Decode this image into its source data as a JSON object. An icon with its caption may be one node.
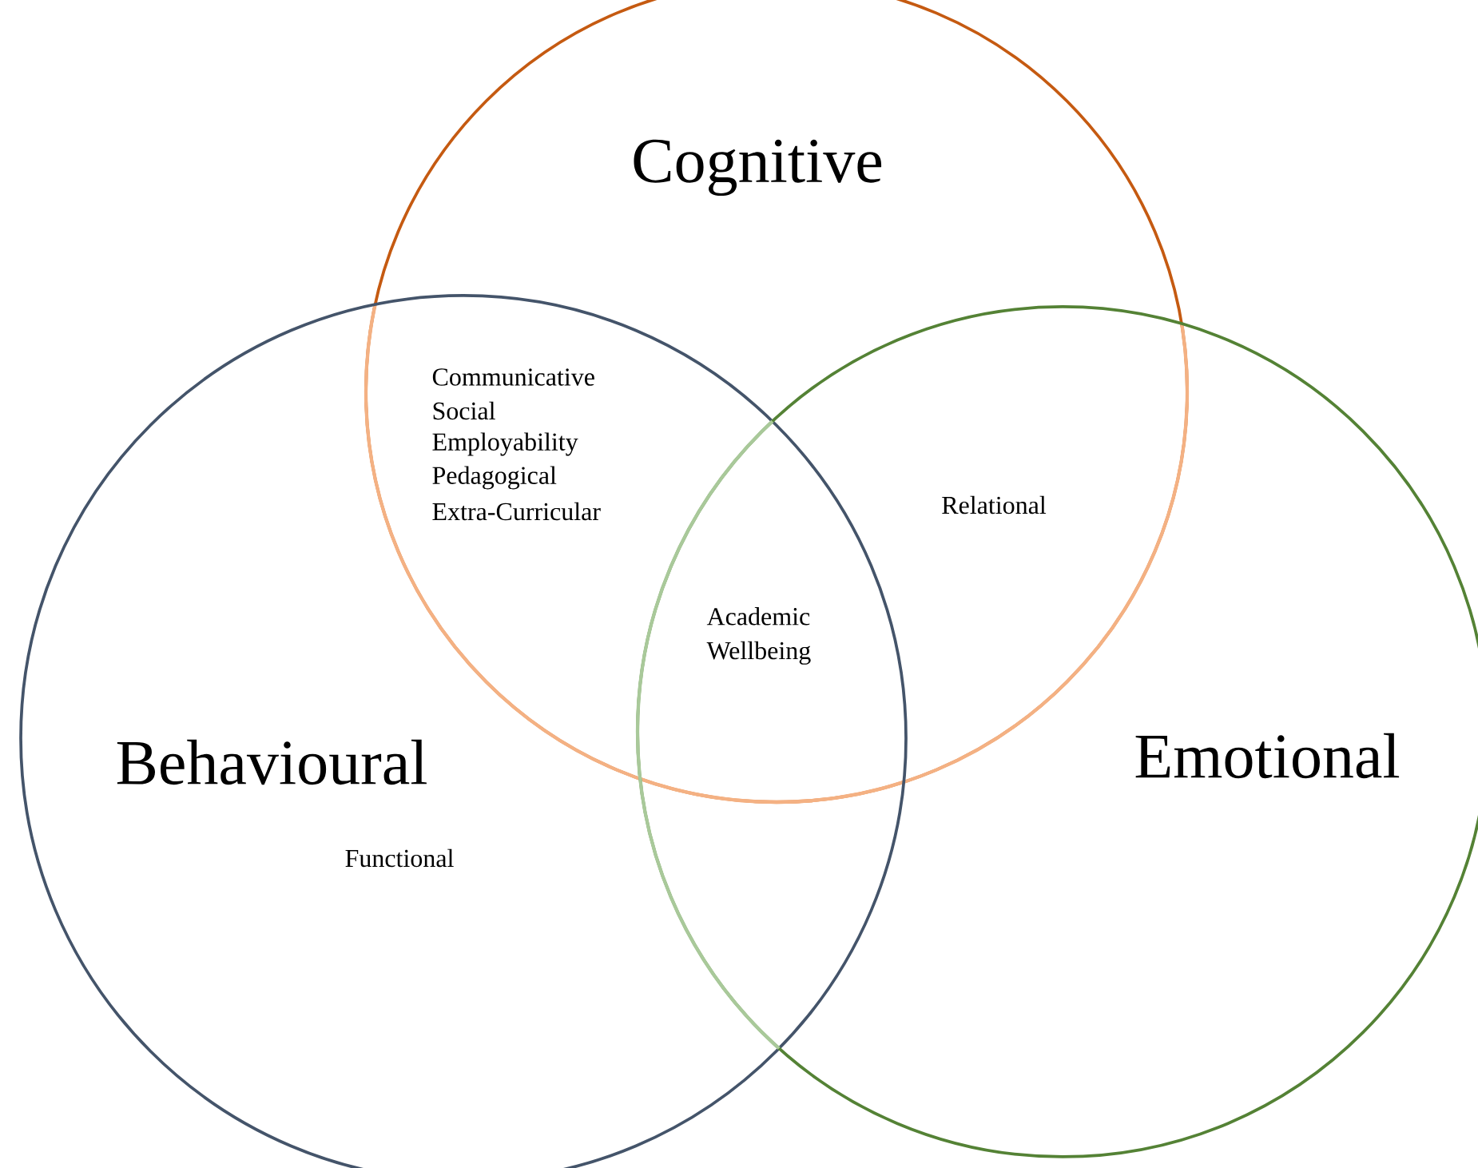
{
  "diagram": {
    "nodes": [
      {
        "text": [
          "Cognitive"
        ]
      },
      {
        "text": [
          "Behavioural"
        ]
      },
      {
        "text": [
          "Emotional"
        ]
      }
    ],
    "labels": [
      "Communicative",
      "Social",
      "Employability",
      "Pedagogical",
      "Extra-Curricular",
      "Relational",
      "Academic Wellbeing",
      "Functional"
    ]
  }
}
